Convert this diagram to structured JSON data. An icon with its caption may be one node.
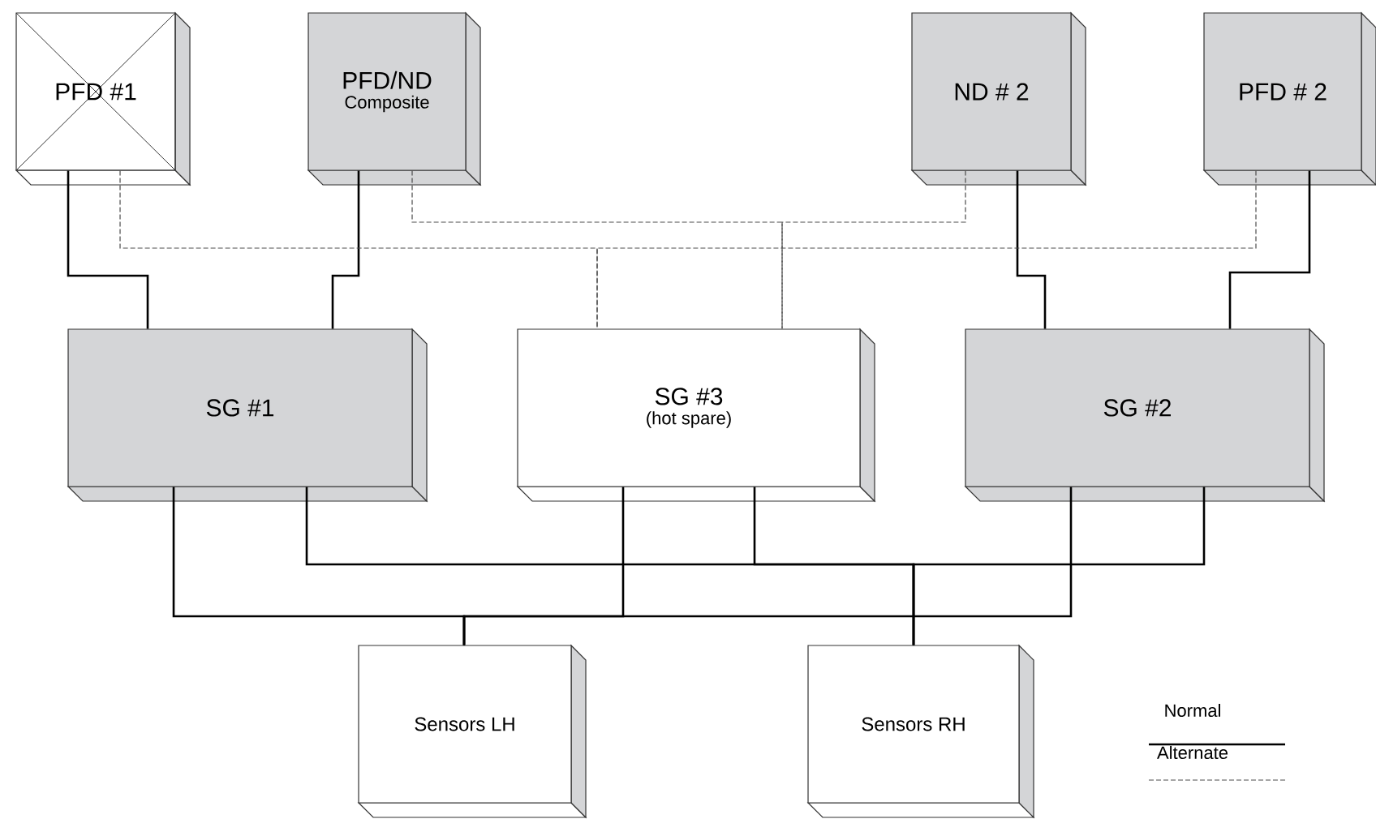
{
  "diagram": {
    "nodes": [
      {
        "text": [
          "PFD #1"
        ]
      },
      {
        "text": [
          "PFD/ND",
          "Composite"
        ]
      },
      {
        "text": [
          "ND # 2"
        ]
      },
      {
        "text": [
          "PFD # 2"
        ]
      },
      {
        "text": [
          "SG #1"
        ]
      },
      {
        "text": [
          "SG #3",
          "(hot spare)"
        ]
      },
      {
        "text": [
          "SG #2"
        ]
      },
      {
        "text": [
          "Sensors LH"
        ]
      },
      {
        "text": [
          "Sensors RH"
        ]
      }
    ],
    "edges": [
      {
        "from": 0,
        "to": 4,
        "arrow": "none"
      },
      {
        "from": 1,
        "to": 4,
        "arrow": "none"
      },
      {
        "from": 2,
        "to": 6,
        "arrow": "none"
      },
      {
        "from": 3,
        "to": 6,
        "arrow": "none"
      },
      {
        "from": 0,
        "to": 5,
        "arrow": "none",
        "style": "dashed"
      },
      {
        "from": 3,
        "to": 5,
        "arrow": "none",
        "style": "dashed"
      },
      {
        "from": 1,
        "to": 5,
        "arrow": "none",
        "style": "dashed"
      },
      {
        "from": 2,
        "to": 5,
        "arrow": "none",
        "style": "dashed"
      },
      {
        "from": 4,
        "to": 7,
        "arrow": "none"
      },
      {
        "from": 5,
        "to": 7,
        "arrow": "none"
      },
      {
        "from": 6,
        "to": 7,
        "arrow": "none"
      },
      {
        "from": 4,
        "to": 8,
        "arrow": "none"
      },
      {
        "from": 5,
        "to": 8,
        "arrow": "none"
      },
      {
        "from": 6,
        "to": 8,
        "arrow": "none"
      }
    ],
    "legend": [
      {
        "text": "Normal"
      },
      {
        "text": "Alternate"
      }
    ]
  }
}
